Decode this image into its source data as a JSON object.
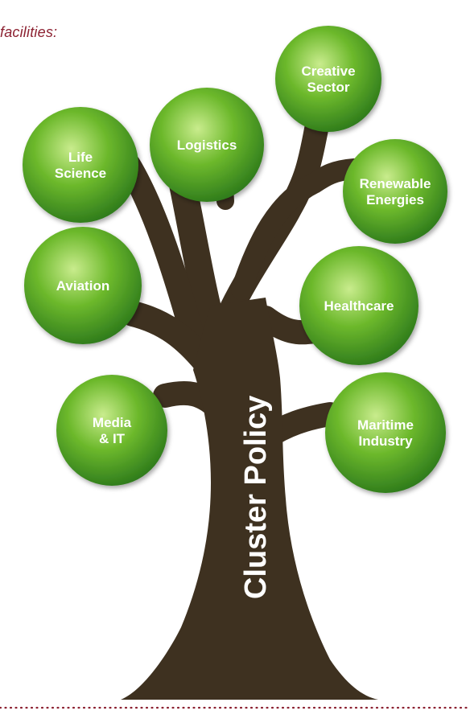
{
  "header": {
    "text": "facilities:"
  },
  "trunk": {
    "label": "Cluster Policy"
  },
  "colors": {
    "trunk": "#3e3120",
    "bubble_light": "#c9ec8d",
    "bubble_mid": "#6db92c",
    "bubble_dark": "#27741a",
    "header": "#8c2131",
    "dotted_rule": "#8c2131"
  },
  "clusters": [
    {
      "id": "creative-sector",
      "lines": [
        "Creative",
        "Sector"
      ]
    },
    {
      "id": "logistics",
      "lines": [
        "Logistics"
      ]
    },
    {
      "id": "life-science",
      "lines": [
        "Life",
        "Science"
      ]
    },
    {
      "id": "renewable-energies",
      "lines": [
        "Renewable",
        "Energies"
      ]
    },
    {
      "id": "aviation",
      "lines": [
        "Aviation"
      ]
    },
    {
      "id": "healthcare",
      "lines": [
        "Healthcare"
      ]
    },
    {
      "id": "media-it",
      "lines": [
        "Media",
        "& IT"
      ]
    },
    {
      "id": "maritime-industry",
      "lines": [
        "Maritime",
        "Industry"
      ]
    }
  ]
}
